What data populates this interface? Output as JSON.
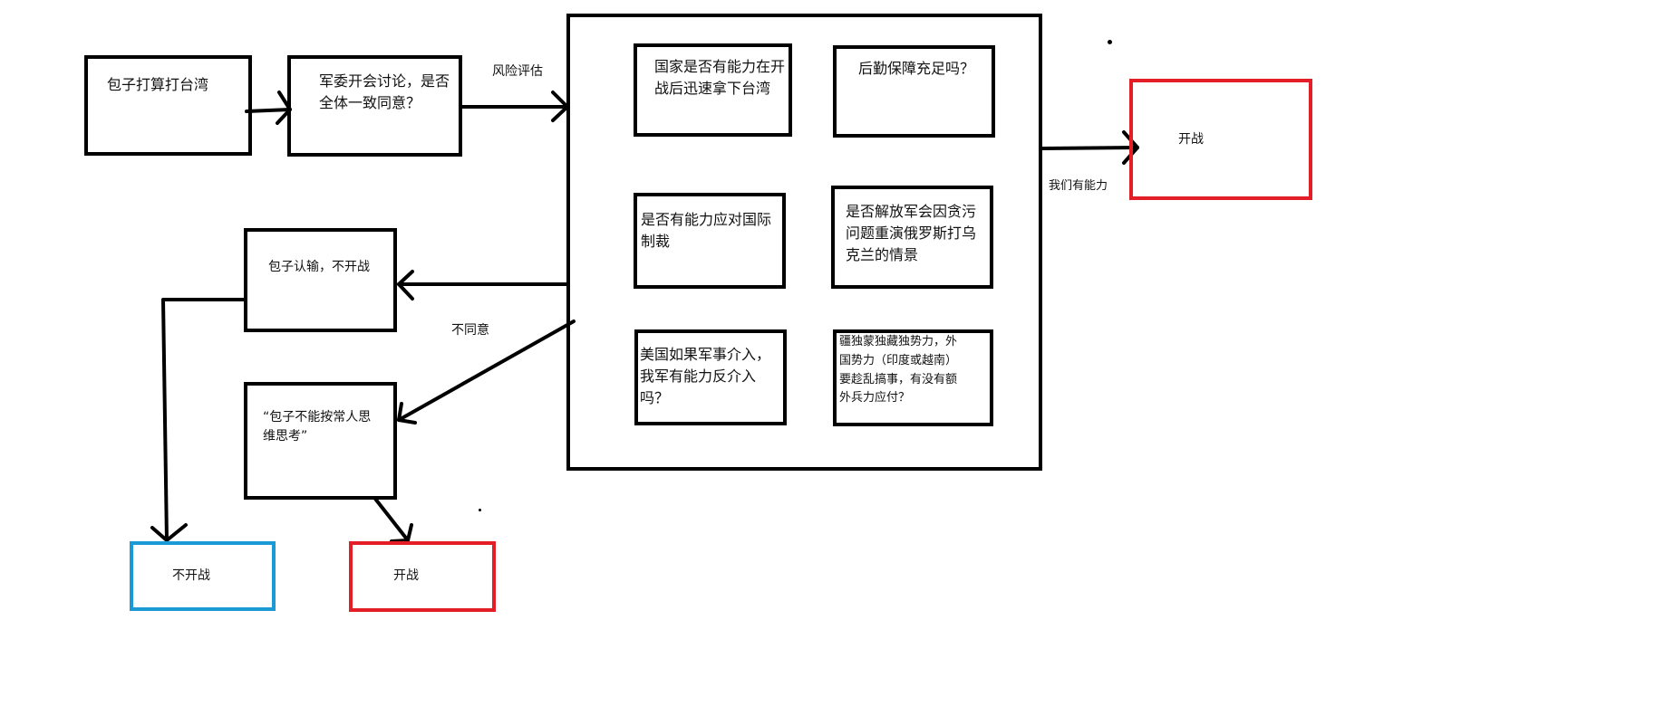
{
  "colors": {
    "stroke": "#000000",
    "war_outcome": "#e31e26",
    "no_war_outcome": "#1b9ad6"
  },
  "nodes": {
    "start": "包子打算打台湾",
    "cmc": "军委开会讨论，是否\n全体一致同意？",
    "q1": "国家是否有能力在开\n战后迅速拿下台湾",
    "q2": "后勤保障充足吗？",
    "q3": "是否有能力应对国际\n制裁",
    "q4": "是否解放军会因贪污\n问题重演俄罗斯打乌\n克兰的情景",
    "q5": "美国如果军事介入，\n我军有能力反介入\n吗？",
    "q6": "疆独蒙独藏独势力，外\n国势力（印度或越南）\n要趁乱搞事，有没有额\n外兵力应付？",
    "concede": "包子认输，不开战",
    "irrational": "“包子不能按常人思\n维思考”",
    "outcome_war_right": "开战",
    "outcome_no_war": "不开战",
    "outcome_war_bottom": "开战"
  },
  "edge_labels": {
    "risk": "风险评估",
    "capable": "我们有能力",
    "disagree": "不同意"
  }
}
